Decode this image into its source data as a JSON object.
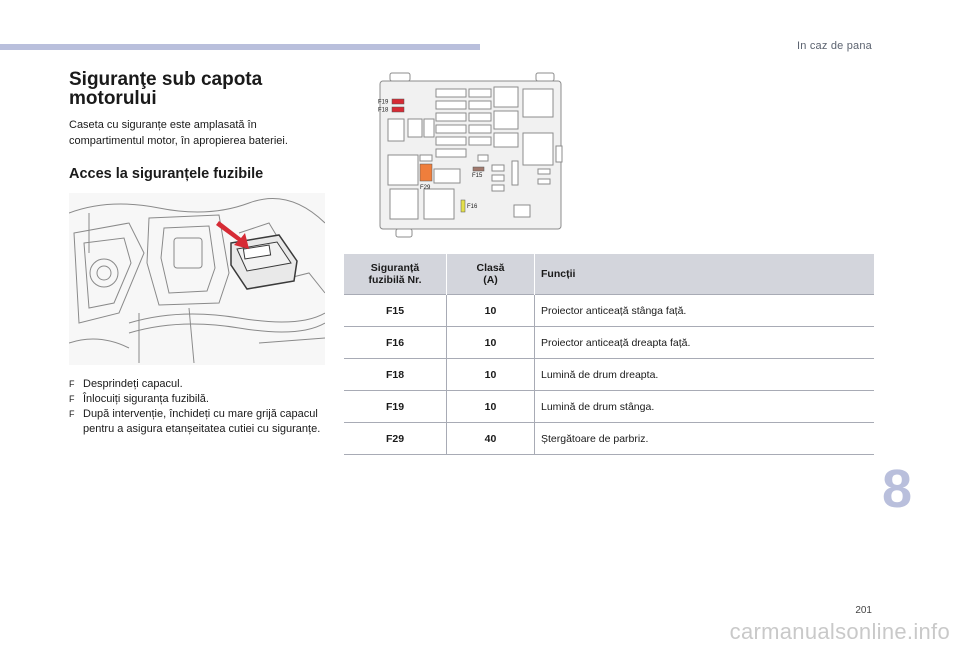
{
  "header": {
    "chapter_title": "In caz de pana",
    "chapter_number": "8"
  },
  "page": {
    "number": "201"
  },
  "watermark": "carmanualsonline.info",
  "section": {
    "title_line1": "Siguranţe sub capota",
    "title_line2": "motorului",
    "intro": "Caseta cu siguranțe este amplasată în compartimentul motor, în apropierea bateriei.",
    "subtitle": "Acces la siguranțele fuzibile"
  },
  "steps": [
    "Desprindeți capacul.",
    "Înlocuiți siguranța fuzibilă.",
    "După intervenție, închideți cu mare grijă capacul pentru a asigura etanșeitatea cutiei cu siguranțe."
  ],
  "step_bullet": "F",
  "diagram": {
    "labels": {
      "f19": "F19",
      "f18": "F18",
      "f29": "F29",
      "f15": "F15",
      "f16": "F16"
    },
    "colors": {
      "f19": "#d62b35",
      "f18": "#d62b35",
      "f29": "#ef7e3c",
      "f15": "#a1796d",
      "f16": "#e4e04a"
    }
  },
  "table": {
    "headers": {
      "fuse_line1": "Siguranță",
      "fuse_line2": "fuzibilă Nr.",
      "class_line1": "Clasă",
      "class_line2": "(A)",
      "functions": "Funcții"
    },
    "rows": [
      {
        "fuse": "F15",
        "amps": "10",
        "function": "Proiector anticeață stânga față."
      },
      {
        "fuse": "F16",
        "amps": "10",
        "function": "Proiector anticeață dreapta față."
      },
      {
        "fuse": "F18",
        "amps": "10",
        "function": "Lumină de drum dreapta."
      },
      {
        "fuse": "F19",
        "amps": "10",
        "function": "Lumină de drum stânga."
      },
      {
        "fuse": "F29",
        "amps": "40",
        "function": "Ștergătoare de parbriz."
      }
    ]
  }
}
